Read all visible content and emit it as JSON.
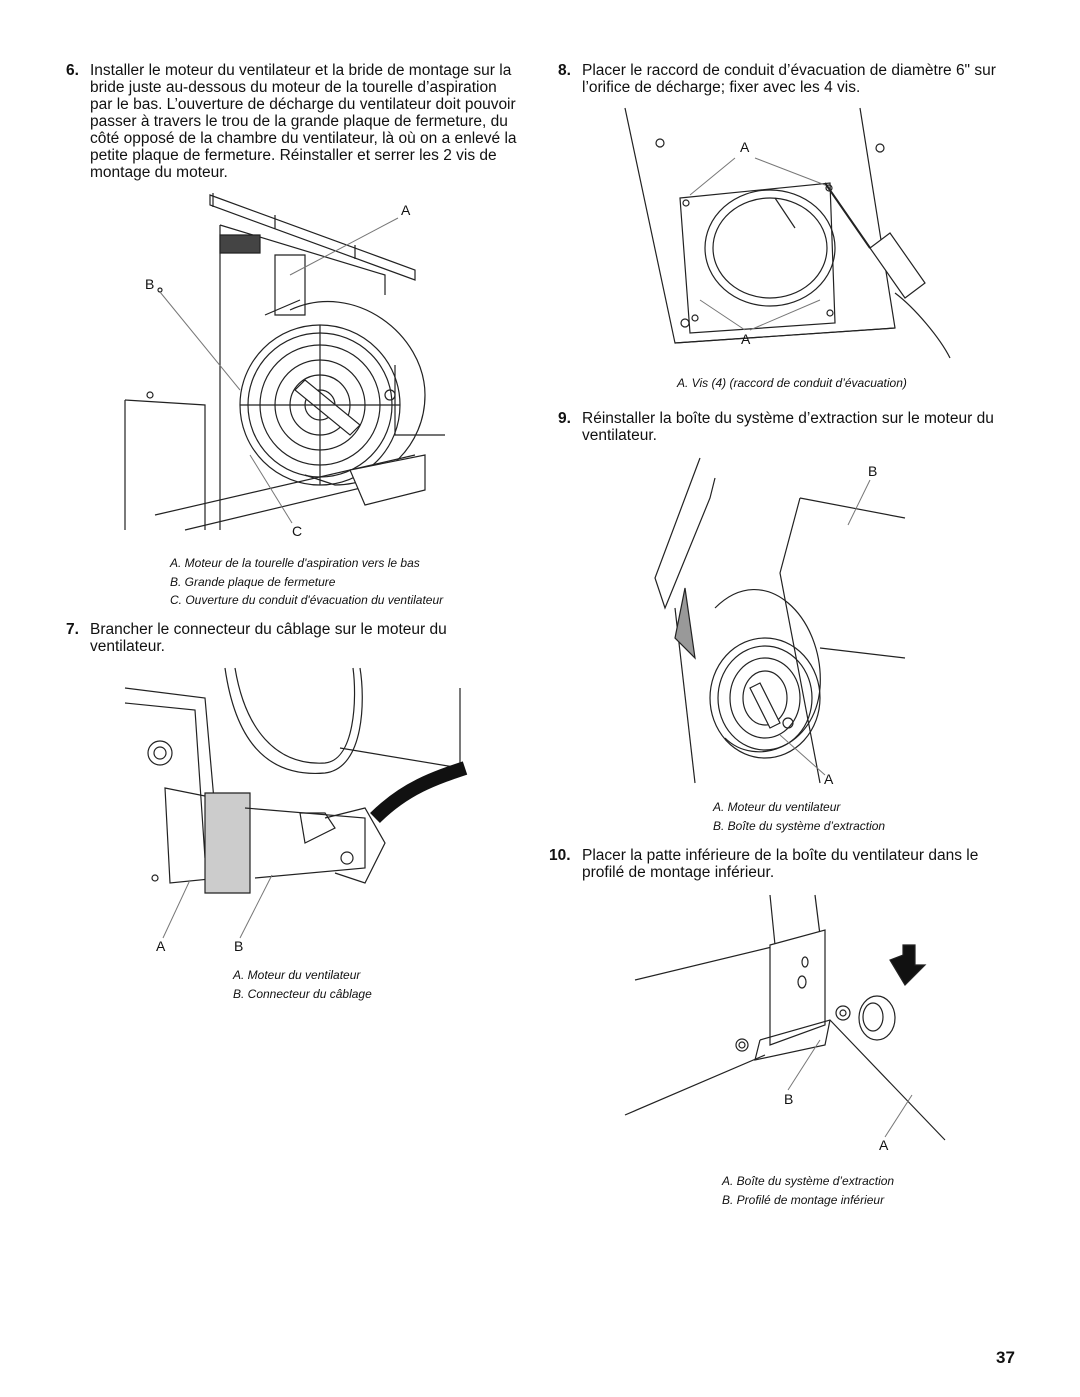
{
  "steps": [
    {
      "num": "6.",
      "text": "Installer le moteur du ventilateur et la bride de montage sur la bride juste au-dessous du moteur de la tourelle d’aspiration par le bas.  L’ouverture de décharge du ventilateur doit pouvoir passer à travers le trou de la grande plaque de fermeture, du côté opposé de la chambre du ventilateur, là où on a enlevé la petite plaque de fermeture. Réinstaller et serrer les 2 vis de montage du moteur."
    },
    {
      "num": "7.",
      "text": "Brancher le connecteur du câblage sur le moteur du ventilateur."
    },
    {
      "num": "8.",
      "text": "Placer le raccord de conduit d’évacuation de diamètre 6\" sur l’orifice de décharge; fixer avec les 4 vis."
    },
    {
      "num": "9.",
      "text": "Réinstaller la boîte du système d’extraction sur le moteur du ventilateur."
    },
    {
      "num": "10.",
      "text": "Placer la patte inférieure de la boîte du ventilateur dans le profilé de montage inférieur."
    }
  ],
  "figures": {
    "fig6": {
      "labels": {
        "a": "A",
        "b": "B",
        "c": "C"
      },
      "captions": [
        "A. Moteur de la tourelle d'aspiration vers le bas",
        "B. Grande plaque de fermeture",
        "C. Ouverture du conduit d'évacuation du ventilateur"
      ]
    },
    "fig7": {
      "labels": {
        "a": "A",
        "b": "B"
      },
      "captions": [
        "A. Moteur du ventilateur",
        "B. Connecteur du câblage"
      ]
    },
    "fig8": {
      "labels": {
        "a1": "A",
        "a2": "A"
      },
      "captions": [
        "A. Vis (4) (raccord de conduit d’évacuation)"
      ]
    },
    "fig9": {
      "labels": {
        "b": "B",
        "a": "A"
      },
      "captions": [
        "A. Moteur du ventilateur",
        "B. Boîte du système d’extraction"
      ]
    },
    "fig10": {
      "labels": {
        "b": "B",
        "a": "A"
      },
      "captions": [
        "A. Boîte du système d’extraction",
        "B. Profilé de montage inférieur"
      ]
    }
  },
  "page_number": "37"
}
